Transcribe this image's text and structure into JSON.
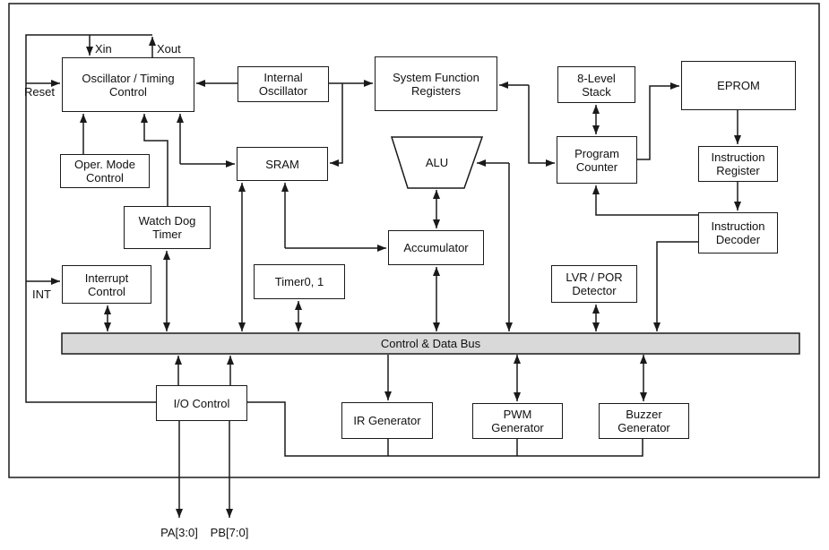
{
  "diagram": {
    "title_hint": "MCU block diagram",
    "bus": {
      "label": "Control & Data Bus"
    },
    "blocks": {
      "oscillator": {
        "label": "Oscillator / Timing\nControl"
      },
      "internal_oscillator": {
        "label": "Internal\nOscillator"
      },
      "system_function_registers": {
        "label": "System Function\nRegisters"
      },
      "stack": {
        "label": "8-Level\nStack"
      },
      "eprom": {
        "label": "EPROM"
      },
      "oper_mode": {
        "label": "Oper. Mode\nControl"
      },
      "sram": {
        "label": "SRAM"
      },
      "alu": {
        "label": "ALU"
      },
      "program_counter": {
        "label": "Program\nCounter"
      },
      "instruction_register": {
        "label": "Instruction\nRegister"
      },
      "instruction_decoder": {
        "label": "Instruction\nDecoder"
      },
      "watchdog_timer": {
        "label": "Watch Dog\nTimer"
      },
      "timer": {
        "label": "Timer0, 1"
      },
      "interrupt_control": {
        "label": "Interrupt\nControl"
      },
      "accumulator": {
        "label": "Accumulator"
      },
      "lvr_por_detector": {
        "label": "LVR / POR\nDetector"
      },
      "io_control": {
        "label": "I/O Control"
      },
      "ir_generator": {
        "label": "IR Generator"
      },
      "pwm_generator": {
        "label": "PWM\nGenerator"
      },
      "buzzer_generator": {
        "label": "Buzzer\nGenerator"
      }
    },
    "pins": {
      "xin": "Xin",
      "xout": "Xout",
      "reset": "Reset",
      "int": "INT",
      "pa": "PA[3:0]",
      "pb": "PB[7:0]"
    },
    "colors": {
      "line": "#1a1a1a",
      "bus_fill": "#d9d9d9",
      "background": "#ffffff"
    }
  }
}
